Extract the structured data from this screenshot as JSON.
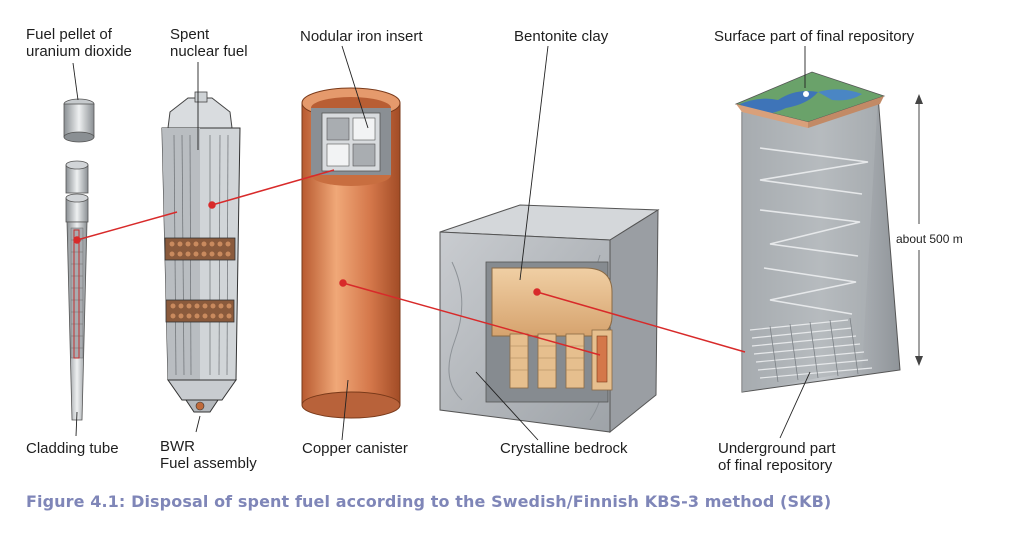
{
  "labels": {
    "fuel_pellet": [
      "Fuel pellet of",
      "uranium dioxide"
    ],
    "spent_fuel": [
      "Spent",
      "nuclear fuel"
    ],
    "nodular_iron": "Nodular iron insert",
    "bentonite": "Bentonite clay",
    "surface_part": "Surface part of final repository",
    "cladding_tube": "Cladding tube",
    "bwr": [
      "BWR",
      "Fuel assembly"
    ],
    "copper_canister": "Copper canister",
    "crystalline_bedrock": "Crystalline bedrock",
    "underground_part": [
      "Underground part",
      "of final repository"
    ],
    "depth": "about 500 m"
  },
  "caption": "Figure 4.1: Disposal of spent fuel according to the Swedish/Finnish KBS-3 method (SKB)",
  "colors": {
    "caption": "#7f86b8",
    "connector": "#d82a2a",
    "copper": "#d4774a",
    "rock": "#b8bcc0",
    "bentonite": "#e3b98a"
  }
}
